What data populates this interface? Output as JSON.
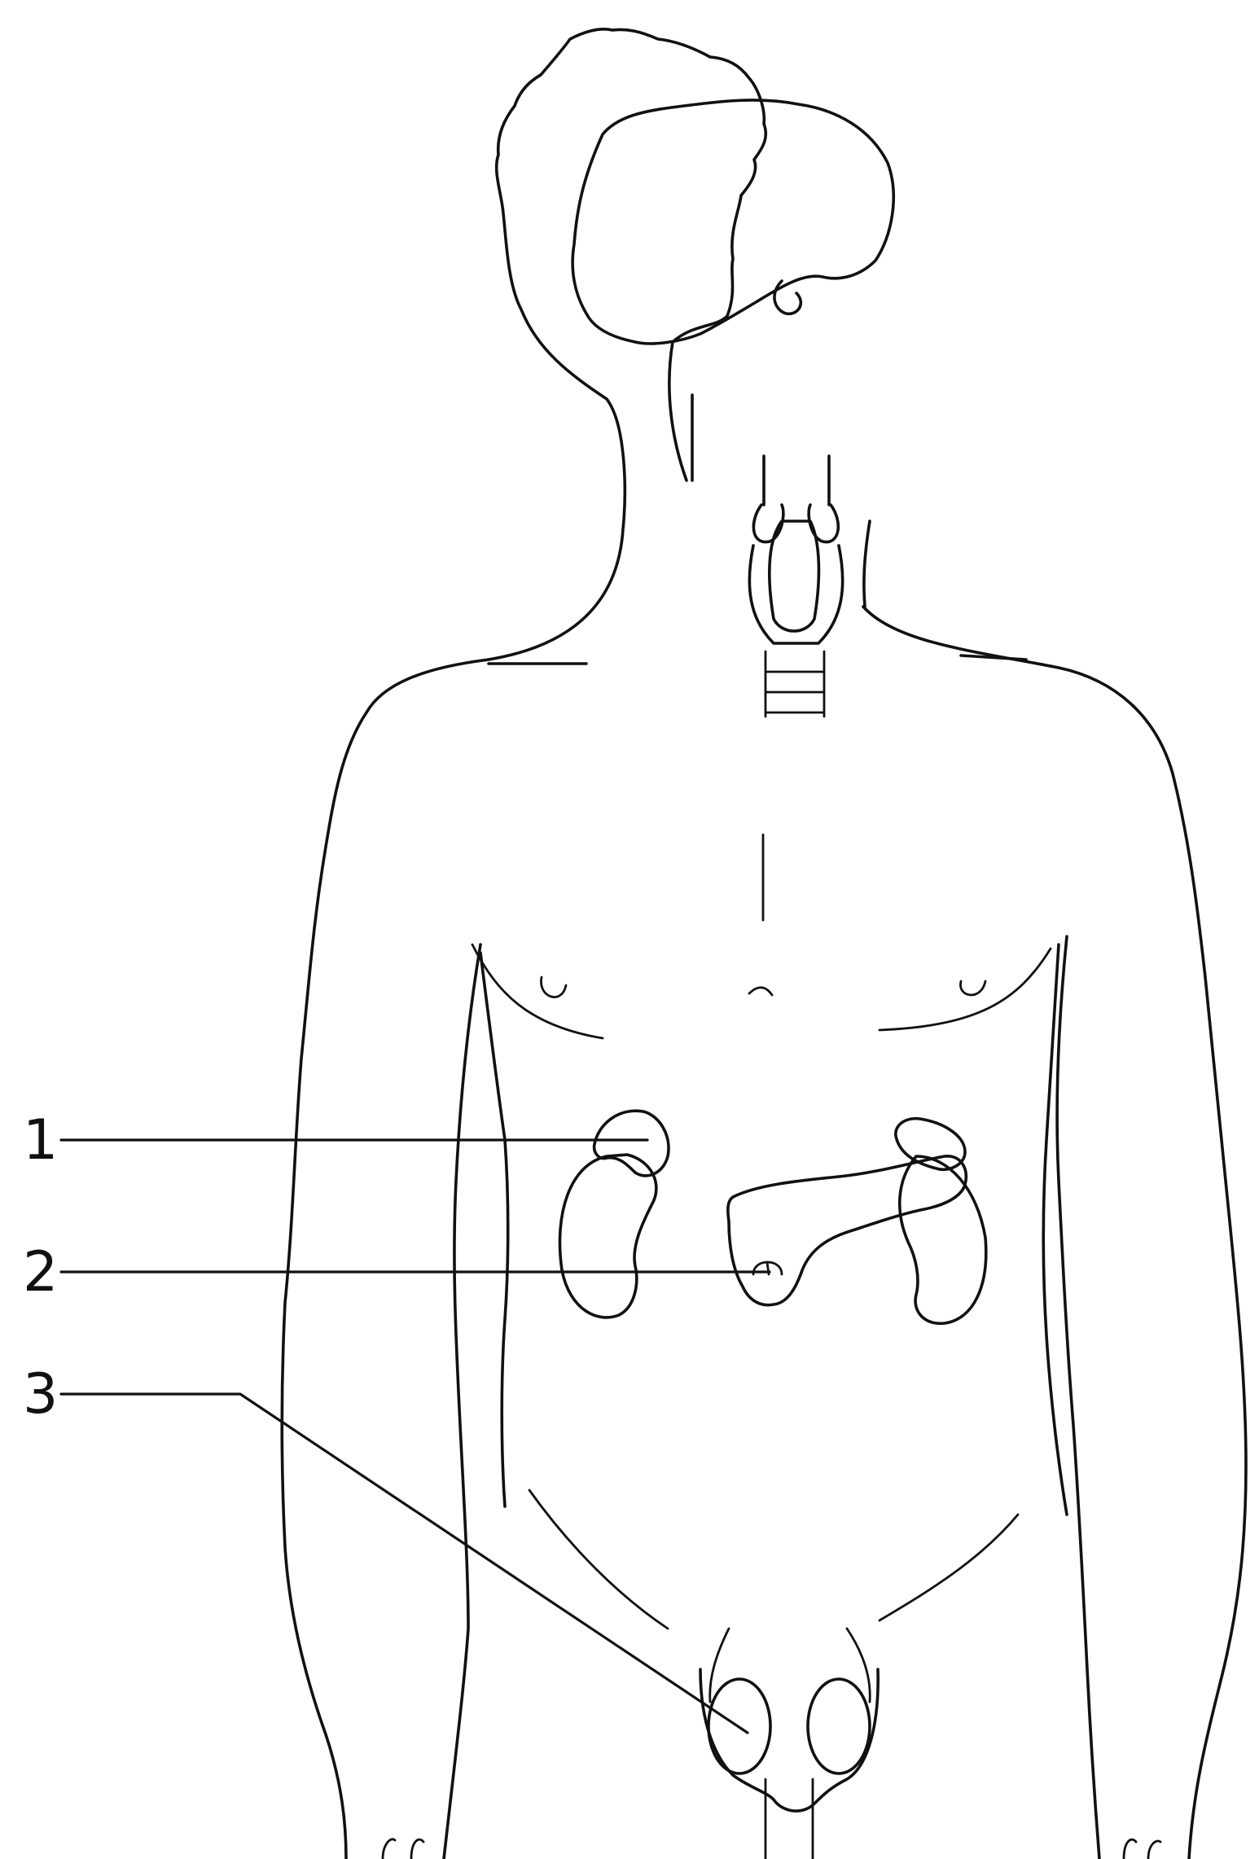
{
  "labels": [
    {
      "number": "1",
      "target": "adrenal-gland"
    },
    {
      "number": "2",
      "target": "pancreas"
    },
    {
      "number": "3",
      "target": "testis"
    }
  ]
}
